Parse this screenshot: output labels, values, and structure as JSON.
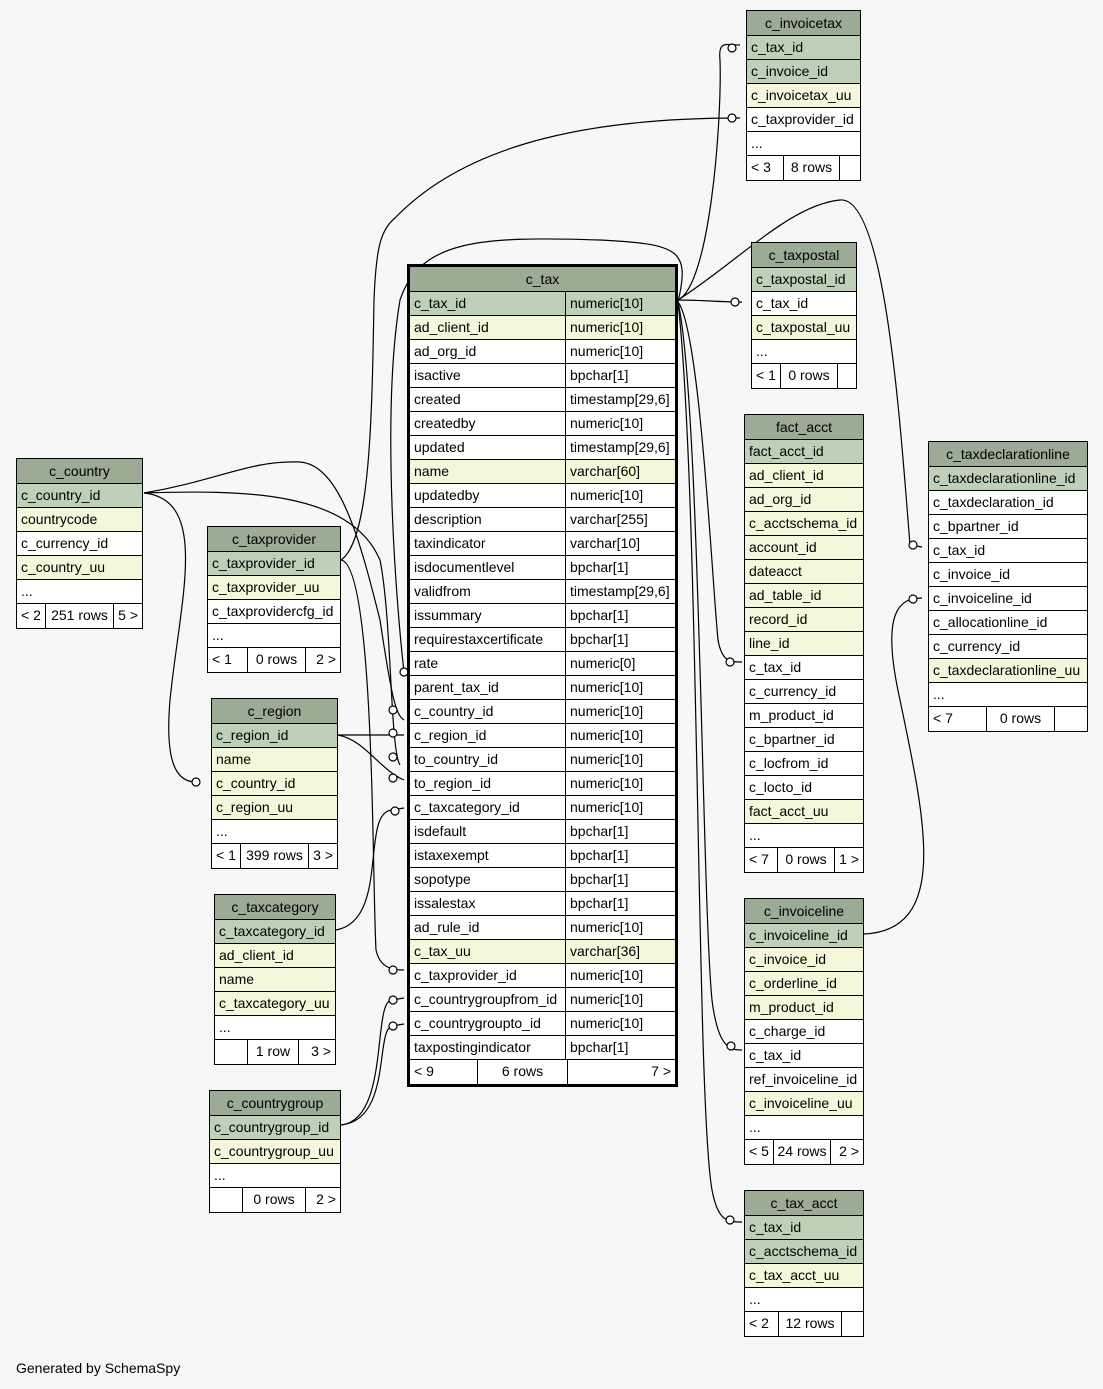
{
  "footer": "Generated by SchemaSpy",
  "tables": [
    {
      "id": "c_tax",
      "name": "c_tax",
      "focus": true,
      "columns": [
        {
          "name": "c_tax_id",
          "type": "numeric[10]",
          "kind": "pk"
        },
        {
          "name": "ad_client_id",
          "type": "numeric[10]",
          "kind": "idx"
        },
        {
          "name": "ad_org_id",
          "type": "numeric[10]",
          "kind": "plain"
        },
        {
          "name": "isactive",
          "type": "bpchar[1]",
          "kind": "plain"
        },
        {
          "name": "created",
          "type": "timestamp[29,6]",
          "kind": "plain"
        },
        {
          "name": "createdby",
          "type": "numeric[10]",
          "kind": "plain"
        },
        {
          "name": "updated",
          "type": "timestamp[29,6]",
          "kind": "plain"
        },
        {
          "name": "name",
          "type": "varchar[60]",
          "kind": "idx"
        },
        {
          "name": "updatedby",
          "type": "numeric[10]",
          "kind": "plain"
        },
        {
          "name": "description",
          "type": "varchar[255]",
          "kind": "plain"
        },
        {
          "name": "taxindicator",
          "type": "varchar[10]",
          "kind": "plain"
        },
        {
          "name": "isdocumentlevel",
          "type": "bpchar[1]",
          "kind": "plain"
        },
        {
          "name": "validfrom",
          "type": "timestamp[29,6]",
          "kind": "plain"
        },
        {
          "name": "issummary",
          "type": "bpchar[1]",
          "kind": "plain"
        },
        {
          "name": "requirestaxcertificate",
          "type": "bpchar[1]",
          "kind": "plain"
        },
        {
          "name": "rate",
          "type": "numeric[0]",
          "kind": "plain"
        },
        {
          "name": "parent_tax_id",
          "type": "numeric[10]",
          "kind": "plain"
        },
        {
          "name": "c_country_id",
          "type": "numeric[10]",
          "kind": "plain"
        },
        {
          "name": "c_region_id",
          "type": "numeric[10]",
          "kind": "plain"
        },
        {
          "name": "to_country_id",
          "type": "numeric[10]",
          "kind": "plain"
        },
        {
          "name": "to_region_id",
          "type": "numeric[10]",
          "kind": "plain"
        },
        {
          "name": "c_taxcategory_id",
          "type": "numeric[10]",
          "kind": "plain"
        },
        {
          "name": "isdefault",
          "type": "bpchar[1]",
          "kind": "plain"
        },
        {
          "name": "istaxexempt",
          "type": "bpchar[1]",
          "kind": "plain"
        },
        {
          "name": "sopotype",
          "type": "bpchar[1]",
          "kind": "plain"
        },
        {
          "name": "issalestax",
          "type": "bpchar[1]",
          "kind": "plain"
        },
        {
          "name": "ad_rule_id",
          "type": "numeric[10]",
          "kind": "plain"
        },
        {
          "name": "c_tax_uu",
          "type": "varchar[36]",
          "kind": "idx"
        },
        {
          "name": "c_taxprovider_id",
          "type": "numeric[10]",
          "kind": "plain"
        },
        {
          "name": "c_countrygroupfrom_id",
          "type": "numeric[10]",
          "kind": "plain"
        },
        {
          "name": "c_countrygroupto_id",
          "type": "numeric[10]",
          "kind": "plain"
        },
        {
          "name": "taxpostingindicator",
          "type": "bpchar[1]",
          "kind": "plain"
        }
      ],
      "footer": [
        "< 9",
        "6 rows",
        "7 >"
      ]
    },
    {
      "id": "c_country",
      "name": "c_country",
      "columns": [
        {
          "name": "c_country_id",
          "kind": "pk"
        },
        {
          "name": "countrycode",
          "kind": "idx"
        },
        {
          "name": "c_currency_id",
          "kind": "plain"
        },
        {
          "name": "c_country_uu",
          "kind": "idx"
        },
        {
          "name": "...",
          "kind": "plain"
        }
      ],
      "footer": [
        "< 2",
        "251 rows",
        "5 >"
      ]
    },
    {
      "id": "c_taxprovider",
      "name": "c_taxprovider",
      "columns": [
        {
          "name": "c_taxprovider_id",
          "kind": "pk"
        },
        {
          "name": "c_taxprovider_uu",
          "kind": "idx"
        },
        {
          "name": "c_taxprovidercfg_id",
          "kind": "plain"
        },
        {
          "name": "...",
          "kind": "plain"
        }
      ],
      "footer": [
        "< 1",
        "0 rows",
        "2 >"
      ]
    },
    {
      "id": "c_region",
      "name": "c_region",
      "columns": [
        {
          "name": "c_region_id",
          "kind": "pk"
        },
        {
          "name": "name",
          "kind": "idx"
        },
        {
          "name": "c_country_id",
          "kind": "idx"
        },
        {
          "name": "c_region_uu",
          "kind": "idx"
        },
        {
          "name": "...",
          "kind": "plain"
        }
      ],
      "footer": [
        "< 1",
        "399 rows",
        "3 >"
      ]
    },
    {
      "id": "c_taxcategory",
      "name": "c_taxcategory",
      "columns": [
        {
          "name": "c_taxcategory_id",
          "kind": "pk"
        },
        {
          "name": "ad_client_id",
          "kind": "idx"
        },
        {
          "name": "name",
          "kind": "idx"
        },
        {
          "name": "c_taxcategory_uu",
          "kind": "idx"
        },
        {
          "name": "...",
          "kind": "plain"
        }
      ],
      "footer": [
        "",
        "1 row",
        "3 >"
      ]
    },
    {
      "id": "c_countrygroup",
      "name": "c_countrygroup",
      "columns": [
        {
          "name": "c_countrygroup_id",
          "kind": "pk"
        },
        {
          "name": "c_countrygroup_uu",
          "kind": "idx"
        },
        {
          "name": "...",
          "kind": "plain"
        }
      ],
      "footer": [
        "",
        "0 rows",
        "2 >"
      ]
    },
    {
      "id": "c_invoicetax",
      "name": "c_invoicetax",
      "columns": [
        {
          "name": "c_tax_id",
          "kind": "pk"
        },
        {
          "name": "c_invoice_id",
          "kind": "pk"
        },
        {
          "name": "c_invoicetax_uu",
          "kind": "idx"
        },
        {
          "name": "c_taxprovider_id",
          "kind": "plain"
        },
        {
          "name": "...",
          "kind": "plain"
        }
      ],
      "footer": [
        "< 3",
        "8 rows",
        ""
      ]
    },
    {
      "id": "c_taxpostal",
      "name": "c_taxpostal",
      "columns": [
        {
          "name": "c_taxpostal_id",
          "kind": "pk"
        },
        {
          "name": "c_tax_id",
          "kind": "plain"
        },
        {
          "name": "c_taxpostal_uu",
          "kind": "idx"
        },
        {
          "name": "...",
          "kind": "plain"
        }
      ],
      "footer": [
        "< 1",
        "0 rows",
        ""
      ]
    },
    {
      "id": "fact_acct",
      "name": "fact_acct",
      "columns": [
        {
          "name": "fact_acct_id",
          "kind": "pk"
        },
        {
          "name": "ad_client_id",
          "kind": "idx"
        },
        {
          "name": "ad_org_id",
          "kind": "idx"
        },
        {
          "name": "c_acctschema_id",
          "kind": "idx"
        },
        {
          "name": "account_id",
          "kind": "idx"
        },
        {
          "name": "dateacct",
          "kind": "idx"
        },
        {
          "name": "ad_table_id",
          "kind": "idx"
        },
        {
          "name": "record_id",
          "kind": "idx"
        },
        {
          "name": "line_id",
          "kind": "idx"
        },
        {
          "name": "c_tax_id",
          "kind": "plain"
        },
        {
          "name": "c_currency_id",
          "kind": "plain"
        },
        {
          "name": "m_product_id",
          "kind": "plain"
        },
        {
          "name": "c_bpartner_id",
          "kind": "plain"
        },
        {
          "name": "c_locfrom_id",
          "kind": "plain"
        },
        {
          "name": "c_locto_id",
          "kind": "plain"
        },
        {
          "name": "fact_acct_uu",
          "kind": "idx"
        },
        {
          "name": "...",
          "kind": "plain"
        }
      ],
      "footer": [
        "< 7",
        "0 rows",
        "1 >"
      ]
    },
    {
      "id": "c_invoiceline",
      "name": "c_invoiceline",
      "columns": [
        {
          "name": "c_invoiceline_id",
          "kind": "pk"
        },
        {
          "name": "c_invoice_id",
          "kind": "idx"
        },
        {
          "name": "c_orderline_id",
          "kind": "idx"
        },
        {
          "name": "m_product_id",
          "kind": "idx"
        },
        {
          "name": "c_charge_id",
          "kind": "plain"
        },
        {
          "name": "c_tax_id",
          "kind": "plain"
        },
        {
          "name": "ref_invoiceline_id",
          "kind": "plain"
        },
        {
          "name": "c_invoiceline_uu",
          "kind": "idx"
        },
        {
          "name": "...",
          "kind": "plain"
        }
      ],
      "footer": [
        "< 5",
        "24 rows",
        "2 >"
      ]
    },
    {
      "id": "c_tax_acct",
      "name": "c_tax_acct",
      "columns": [
        {
          "name": "c_tax_id",
          "kind": "pk"
        },
        {
          "name": "c_acctschema_id",
          "kind": "pk"
        },
        {
          "name": "c_tax_acct_uu",
          "kind": "idx"
        },
        {
          "name": "...",
          "kind": "plain"
        }
      ],
      "footer": [
        "< 2",
        "12 rows",
        ""
      ]
    },
    {
      "id": "c_taxdeclarationline",
      "name": "c_taxdeclarationline",
      "columns": [
        {
          "name": "c_taxdeclarationline_id",
          "kind": "pk"
        },
        {
          "name": "c_taxdeclaration_id",
          "kind": "plain"
        },
        {
          "name": "c_bpartner_id",
          "kind": "plain"
        },
        {
          "name": "c_tax_id",
          "kind": "plain"
        },
        {
          "name": "c_invoice_id",
          "kind": "plain"
        },
        {
          "name": "c_invoiceline_id",
          "kind": "plain"
        },
        {
          "name": "c_allocationline_id",
          "kind": "plain"
        },
        {
          "name": "c_currency_id",
          "kind": "plain"
        },
        {
          "name": "c_taxdeclarationline_uu",
          "kind": "idx"
        },
        {
          "name": "...",
          "kind": "plain"
        }
      ],
      "footer": [
        "< 7",
        "0 rows",
        ""
      ]
    }
  ]
}
